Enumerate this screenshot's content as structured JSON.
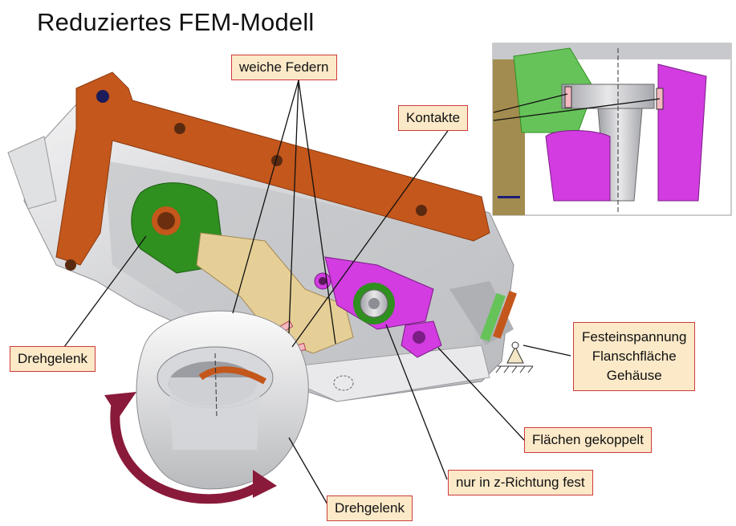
{
  "title": "Reduziertes FEM-Modell",
  "labels": {
    "weiche_federn": "weiche Federn",
    "kontakte": "Kontakte",
    "drehgelenk_left": "Drehgelenk",
    "drehgelenk_bottom": "Drehgelenk",
    "festeinspannung": [
      "Festeinspannung",
      "Flanschfläche",
      "Gehäuse"
    ],
    "flaechen_gekoppelt": "Flächen gekoppelt",
    "nur_z": "nur in z-Richtung fest"
  },
  "colors": {
    "housing": "#d9dadd",
    "flange": "#c4571b",
    "lever_green": "#2f8f1f",
    "lever_tan": "#e6cf97",
    "magenta": "#d23ce0",
    "label_bg": "#fbe9c8",
    "label_border": "#cf3b3b",
    "arrow": "#8a1a3a"
  }
}
